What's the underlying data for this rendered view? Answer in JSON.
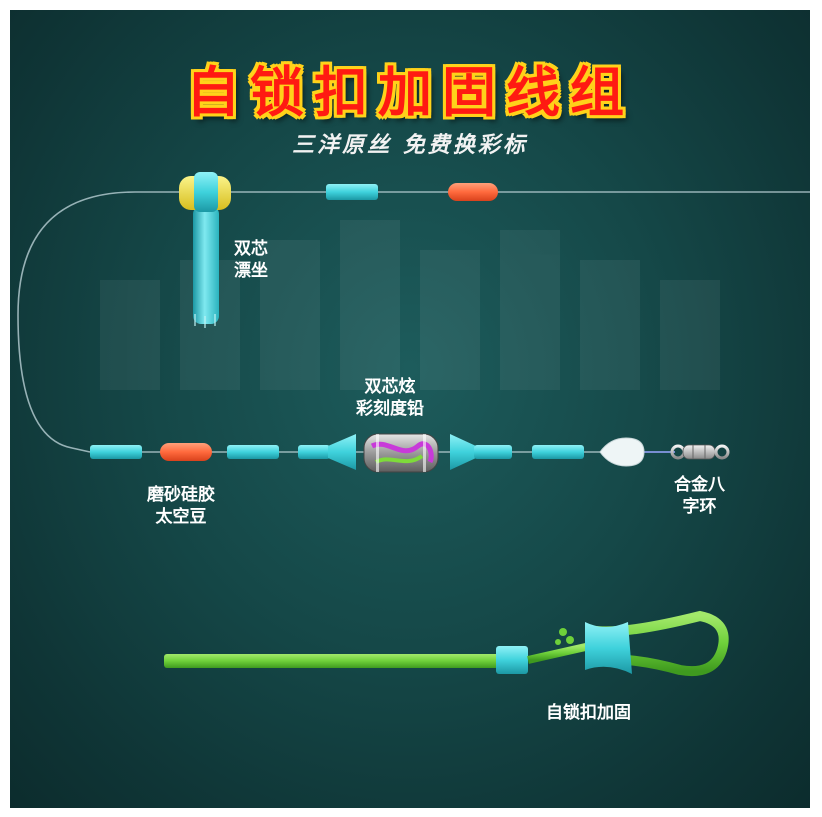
{
  "title": "自锁扣加固线组",
  "subtitle": "三洋原丝  免费换彩标",
  "labels": {
    "float_seat": {
      "line1": "双芯",
      "line2": "漂坐"
    },
    "sinker": {
      "line1": "双芯炫",
      "line2": "彩刻度铅"
    },
    "space_beans": {
      "line1": "磨砂硅胶",
      "line2": "太空豆"
    },
    "swivel": {
      "line1": "合金八",
      "line2": "字环"
    },
    "lock": {
      "text": "自锁扣加固"
    }
  },
  "colors": {
    "background": "#154848",
    "title_fill": "#ff1a12",
    "title_outline": "#ffd21a",
    "cyan_bead": "#3fd2dc",
    "orange_bean": "#ff6a3d",
    "green_line": "#6ed03a",
    "yellow_float": "#f5e04a"
  }
}
